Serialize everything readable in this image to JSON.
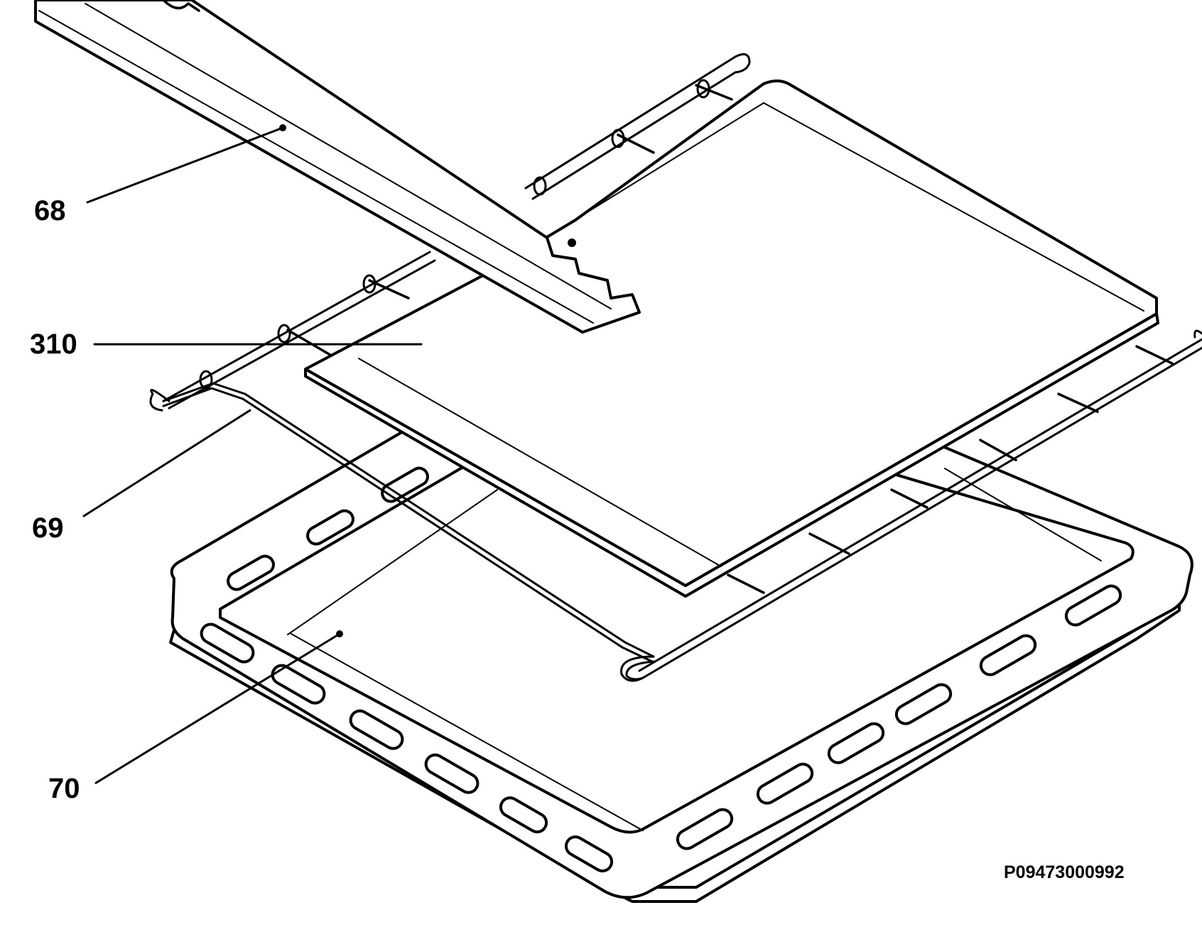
{
  "diagram": {
    "reference_code": "P09473000992",
    "callouts": [
      {
        "id": "part-68",
        "label": "68"
      },
      {
        "id": "part-310",
        "label": "310"
      },
      {
        "id": "part-69",
        "label": "69"
      },
      {
        "id": "part-70",
        "label": "70"
      }
    ]
  }
}
